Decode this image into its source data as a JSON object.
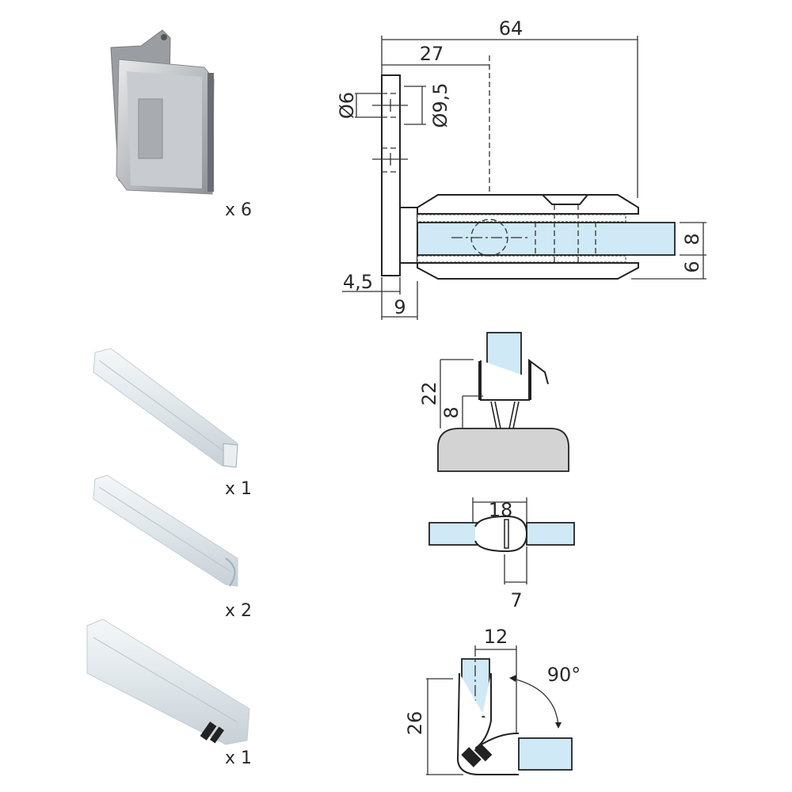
{
  "products": [
    {
      "name": "hinge",
      "quantity": "x 6"
    },
    {
      "name": "seal-strip-1",
      "quantity": "x 1"
    },
    {
      "name": "seal-strip-2",
      "quantity": "x 2"
    },
    {
      "name": "seal-strip-3",
      "quantity": "x 1"
    }
  ],
  "hinge_drawing": {
    "overall_width": "64",
    "axis_offset": "27",
    "hole_diameter": "Ø6",
    "countersink_diameter": "Ø9,5",
    "glass_thickness": "8",
    "clamp_offset": "6",
    "plate_thickness": "4,5",
    "plate_depth": "9"
  },
  "sweep_seal": {
    "height": "22",
    "glass_gap": "8"
  },
  "magnetic_seal": {
    "width": "18",
    "gap": "7"
  },
  "corner_seal": {
    "width": "12",
    "angle": "90°",
    "height": "26"
  },
  "colors": {
    "glass": "#cfe9f6",
    "floor": "#d3d3d3",
    "line": "#222222"
  }
}
